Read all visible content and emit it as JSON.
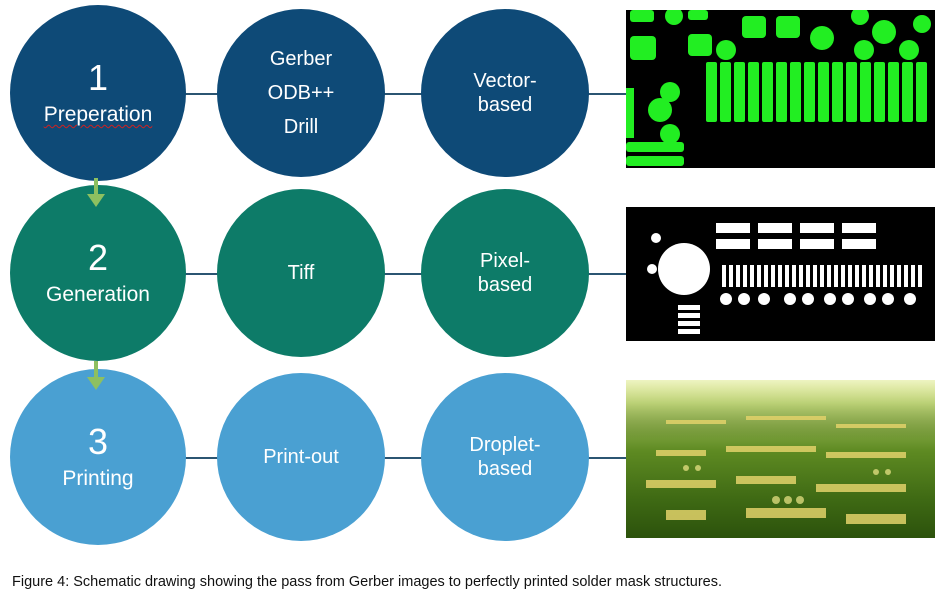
{
  "rows": [
    {
      "number": "1",
      "stage": "Preperation",
      "formats": [
        "Gerber",
        "ODB++",
        "Drill"
      ],
      "method": [
        "Vector-",
        "based"
      ],
      "colors": {
        "fill": "#0e4a77"
      },
      "image": "gerber-vector-image"
    },
    {
      "number": "2",
      "stage": "Generation",
      "formats": [
        "Tiff"
      ],
      "method": [
        "Pixel-",
        "based"
      ],
      "colors": {
        "fill": "#0d7b68"
      },
      "image": "tiff-bitmap-image"
    },
    {
      "number": "3",
      "stage": "Printing",
      "formats": [
        "Print-out"
      ],
      "method": [
        "Droplet-",
        "based"
      ],
      "colors": {
        "fill": "#4aa0d2"
      },
      "image": "printed-pcb-photo"
    }
  ],
  "arrow_color": "#8dc060",
  "connector_color": "#2b5572",
  "caption": "Figure 4: Schematic drawing showing the pass from Gerber images to perfectly printed solder mask structures."
}
